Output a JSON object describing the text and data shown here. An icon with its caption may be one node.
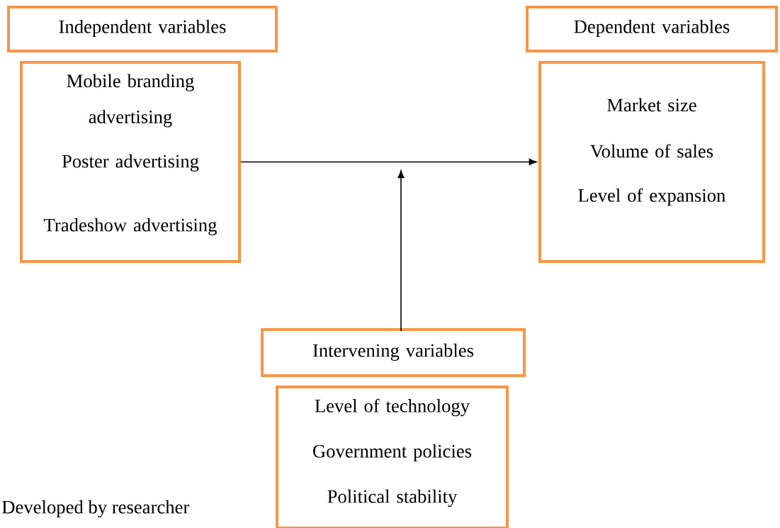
{
  "diagram": {
    "nodes": [
      {
        "text": [
          "Independent variables"
        ]
      },
      {
        "text": [
          "Mobile branding advertising",
          "Poster advertising",
          "Tradeshow advertising"
        ]
      },
      {
        "text": [
          "Dependent variables"
        ]
      },
      {
        "text": [
          "Market size",
          "Volume of sales",
          "Level of expansion"
        ]
      },
      {
        "text": [
          "Intervening variables"
        ]
      },
      {
        "text": [
          "Level of technology",
          "Government policies",
          "Political stability"
        ]
      }
    ],
    "edges": [
      {
        "from": 1,
        "to": 3,
        "arrow": "to"
      },
      {
        "from": 4,
        "to": null,
        "arrow": "to"
      }
    ],
    "labels": [
      "Developed by researcher"
    ]
  }
}
